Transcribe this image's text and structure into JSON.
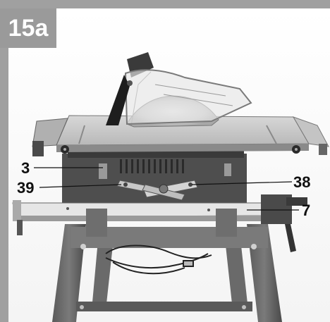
{
  "figure": {
    "label": "15a"
  },
  "callouts": [
    {
      "id": "c3",
      "text": "3"
    },
    {
      "id": "c39",
      "text": "39"
    },
    {
      "id": "c38",
      "text": "38"
    },
    {
      "id": "c7",
      "text": "7"
    }
  ],
  "colors": {
    "frame": "#a0a0a0",
    "label_bg": "#9a9a9a",
    "label_text": "#ffffff",
    "callout_text": "#111111"
  }
}
